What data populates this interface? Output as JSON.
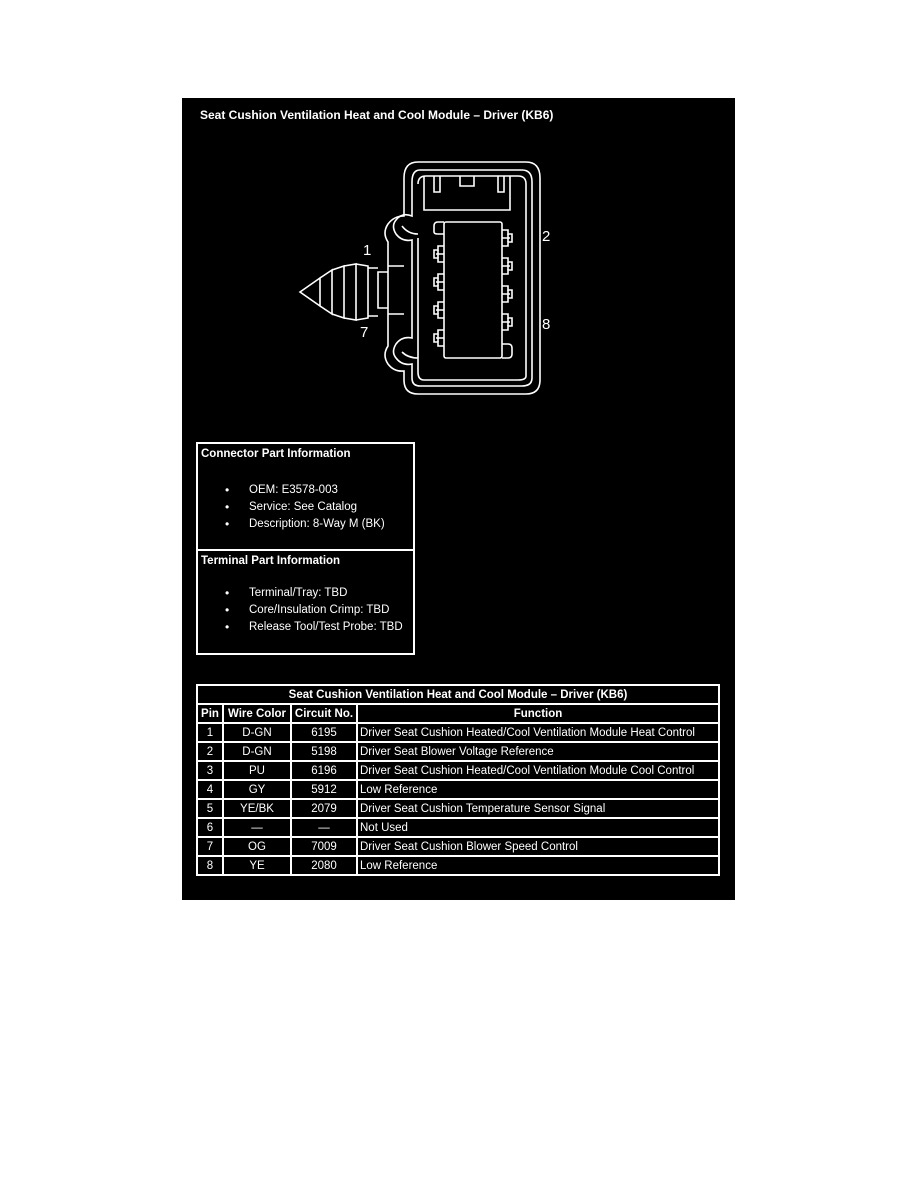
{
  "panel": {
    "title": "Seat Cushion Ventilation Heat and Cool Module – Driver (KB6)",
    "background": "#000000",
    "foreground": "#ffffff"
  },
  "diagram": {
    "pin_labels": {
      "p1": "1",
      "p2": "2",
      "p7": "7",
      "p8": "8"
    }
  },
  "connector_info": {
    "heading": "Connector Part Information",
    "items": [
      "OEM: E3578-003",
      "Service: See Catalog",
      "Description: 8-Way M (BK)"
    ]
  },
  "terminal_info": {
    "heading": "Terminal Part Information",
    "items": [
      "Terminal/Tray: TBD",
      "Core/Insulation Crimp: TBD",
      "Release Tool/Test Probe: TBD"
    ]
  },
  "pin_table": {
    "title": "Seat Cushion Ventilation Heat and Cool Module – Driver (KB6)",
    "headers": [
      "Pin",
      "Wire Color",
      "Circuit No.",
      "Function"
    ],
    "rows": [
      {
        "pin": "1",
        "wire": "D-GN",
        "circuit": "6195",
        "function": "Driver Seat Cushion Heated/Cool Ventilation Module Heat Control"
      },
      {
        "pin": "2",
        "wire": "D-GN",
        "circuit": "5198",
        "function": "Driver Seat Blower Voltage Reference"
      },
      {
        "pin": "3",
        "wire": "PU",
        "circuit": "6196",
        "function": "Driver Seat Cushion Heated/Cool Ventilation Module Cool Control"
      },
      {
        "pin": "4",
        "wire": "GY",
        "circuit": "5912",
        "function": "Low Reference"
      },
      {
        "pin": "5",
        "wire": "YE/BK",
        "circuit": "2079",
        "function": "Driver Seat Cushion Temperature Sensor Signal"
      },
      {
        "pin": "6",
        "wire": "—",
        "circuit": "—",
        "function": "Not Used"
      },
      {
        "pin": "7",
        "wire": "OG",
        "circuit": "7009",
        "function": "Driver Seat Cushion Blower Speed Control"
      },
      {
        "pin": "8",
        "wire": "YE",
        "circuit": "2080",
        "function": "Low Reference"
      }
    ]
  }
}
